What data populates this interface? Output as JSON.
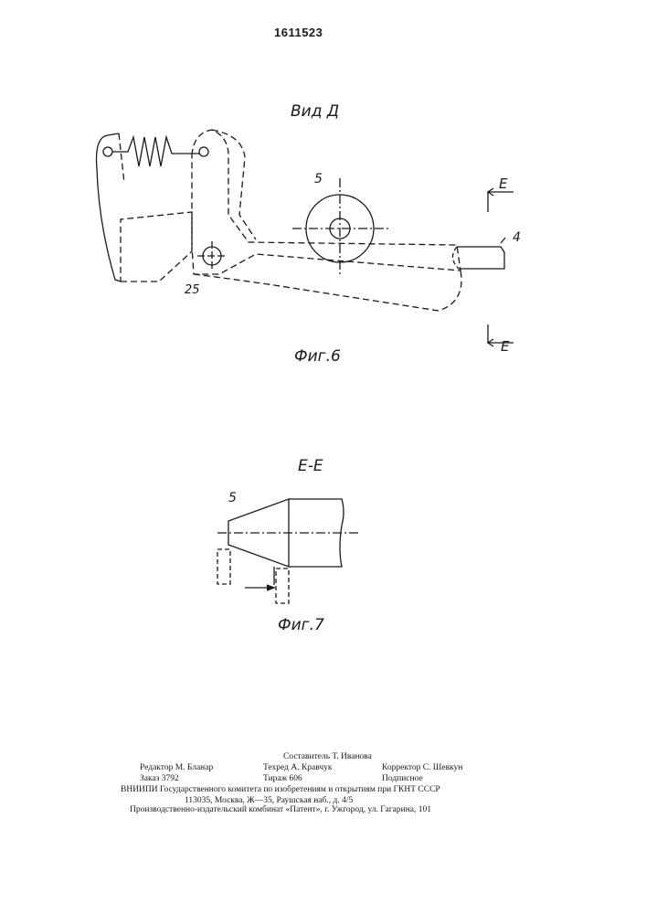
{
  "header": {
    "patent_number": "1611523"
  },
  "figure6": {
    "view_label": "Вид Д",
    "caption": "Фиг.6",
    "labels": {
      "part5": "5",
      "part4": "4",
      "part25": "25",
      "section_top": "Е",
      "section_bottom": "Е"
    }
  },
  "figure7": {
    "section_label": "Е-Е",
    "caption": "Фиг.7",
    "labels": {
      "part5": "5"
    }
  },
  "imprint": {
    "compiler": "Составитель Т. Иванова",
    "editor": "Редактор М. Бланар",
    "techred": "Техред А. Кравчук",
    "corrector": "Корректор С. Шевкун",
    "order": "Заказ 3792",
    "circulation": "Тираж 606",
    "subscription": "Подписное",
    "vniipi": "ВНИИПИ Государственного комитета по изобретениям и открытиям при ГКНТ СССР",
    "address": "113035, Москва, Ж—35, Раушская наб., д. 4/5",
    "publisher": "Производственно-издательский комбинат «Патент», г. Ужгород, ул. Гагарина, 101"
  }
}
